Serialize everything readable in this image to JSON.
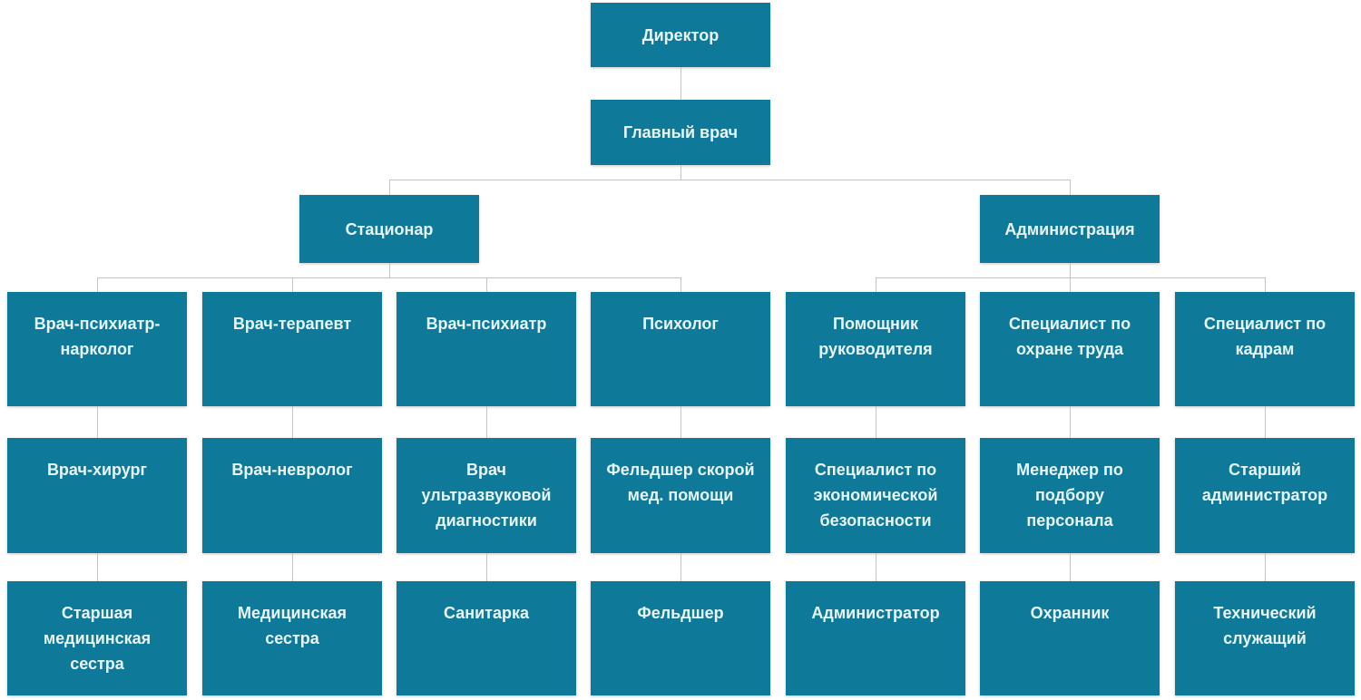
{
  "palette": {
    "node_fill": "#0e7998",
    "node_text": "#e7f6fb",
    "connector": "#c4c4c4",
    "background": "#ffffff"
  },
  "org_chart": {
    "type": "org-tree",
    "root": {
      "label": "Директор"
    },
    "level2": {
      "label": "Главный врач"
    },
    "branches": [
      {
        "label": "Стационар",
        "columns": [
          [
            "Врач-психиатр-нарколог",
            "Врач-хирург",
            "Старшая медицинская сестра"
          ],
          [
            "Врач-терапевт",
            "Врач-невролог",
            "Медицинская сестра"
          ],
          [
            "Врач-психиатр",
            "Врач ультразвуковой диагностики",
            "Санитарка"
          ],
          [
            "Психолог",
            "Фельдшер скорой мед. помощи",
            "Фельдшер"
          ]
        ]
      },
      {
        "label": "Администрация",
        "columns": [
          [
            "Помощник руководителя",
            "Специалист по экономической безопасности",
            "Администратор"
          ],
          [
            "Специалист по охране труда",
            "Менеджер по подбору персонала",
            "Охранник"
          ],
          [
            "Специалист по кадрам",
            "Старший администратор",
            "Технический служащий"
          ]
        ]
      }
    ]
  }
}
